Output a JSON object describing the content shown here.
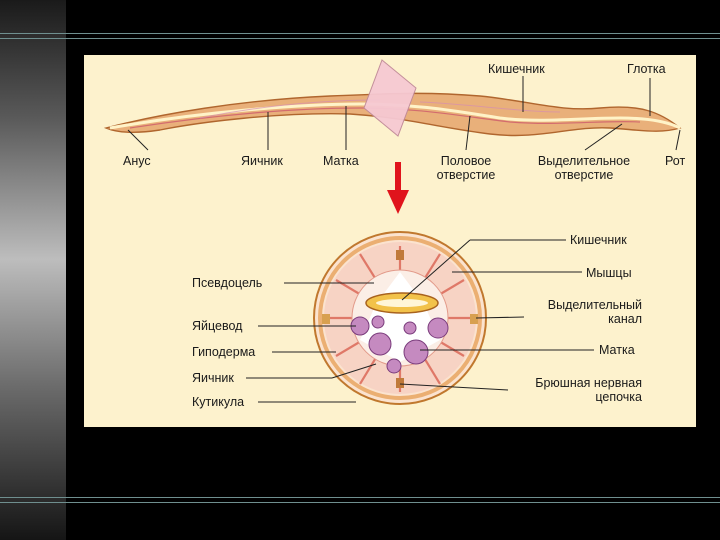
{
  "slide": {
    "colors": {
      "background": "#000000",
      "panel": "#fdf2cd",
      "worm_body": "#e9b07a",
      "worm_outline": "#b0662e",
      "arrow": "#e0141c"
    }
  },
  "worm_labels": {
    "intestine": "Кишечник",
    "pharynx": "Глотка",
    "anus": "Анус",
    "ovary": "Яичник",
    "uterus": "Матка",
    "genital_pore": [
      "Половое",
      "отверстие"
    ],
    "excretory_pore": [
      "Выделительное",
      "отверстие"
    ],
    "mouth": "Рот"
  },
  "section_labels": {
    "intestine": "Кишечник",
    "muscles": "Мышцы",
    "excretory_canal": [
      "Выделительный",
      "канал"
    ],
    "uterus": "Матка",
    "nerve_cord": [
      "Брюшная нервная",
      "цепочка"
    ],
    "pseudocoel": "Псевдоцель",
    "oviduct": "Яйцевод",
    "hypodermis": "Гиподерма",
    "ovary": "Яичник",
    "cuticle": "Кутикула"
  }
}
